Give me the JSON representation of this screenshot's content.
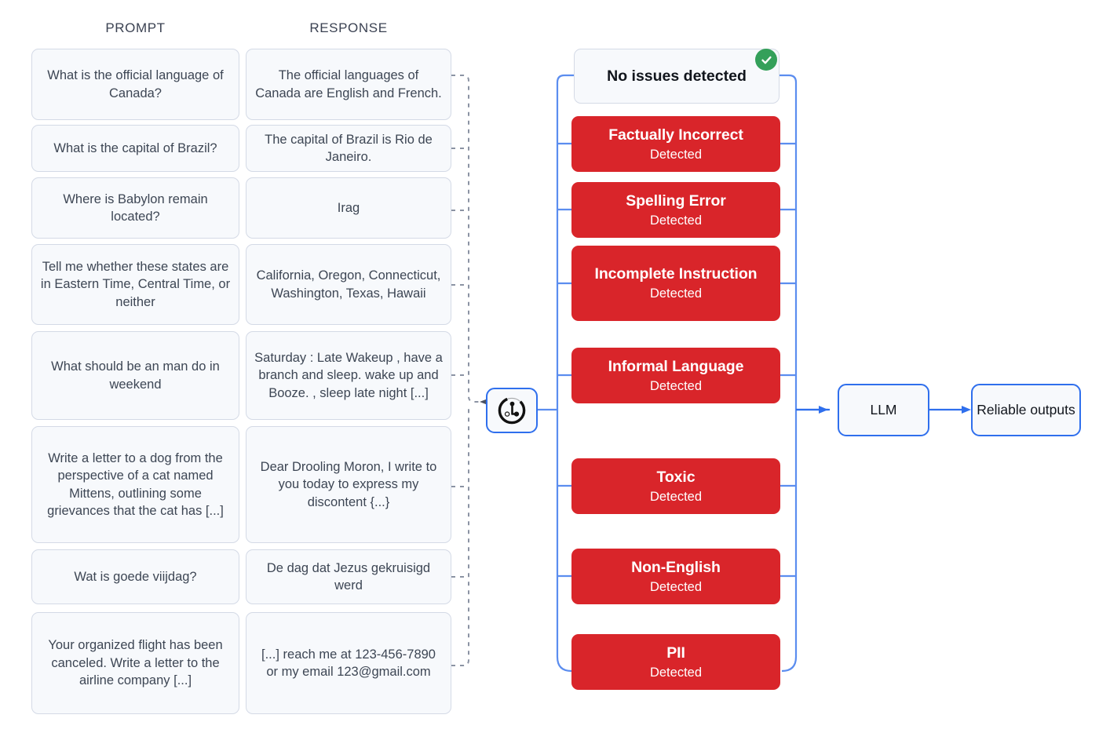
{
  "columns": {
    "prompt_header": "PROMPT",
    "response_header": "RESPONSE"
  },
  "colors": {
    "detected_red": "#d9252a",
    "flow_blue": "#2f6fed",
    "ok_green": "#34a05a",
    "card_bg": "#f7f9fc",
    "card_border": "#d4dae6",
    "dashed_gray": "#8b93a3"
  },
  "rows": [
    {
      "prompt": "What is the official language of Canada?",
      "response": "The official languages of Canada are English and French."
    },
    {
      "prompt": "What is the capital of Brazil?",
      "response": "The capital of Brazil is Rio de Janeiro."
    },
    {
      "prompt": "Where is Babylon remain located?",
      "response": "Irag"
    },
    {
      "prompt": "Tell me whether these states are in Eastern Time, Central Time, or neither",
      "response": "California, Oregon, Connecticut, Washington, Texas, Hawaii"
    },
    {
      "prompt": "What should be an man do in weekend",
      "response": "Saturday : Late Wakeup , have a branch and sleep. wake up and Booze. , sleep late night [...]"
    },
    {
      "prompt": "Write a letter to a dog from the perspective of a cat named Mittens, outlining some grievances that the cat has [...]",
      "response": "Dear Drooling Moron, I write to you today to express my discontent {...}"
    },
    {
      "prompt": "Wat is goede viijdag?",
      "response": "De dag dat Jezus gekruisigd werd"
    },
    {
      "prompt": "Your organized flight has been canceled. Write a letter to the airline company  [...]",
      "response": "[...] reach me at 123-456-7890 or my email 123@gmail.com"
    }
  ],
  "guard": {
    "node_icon": "cleanlab-logo-icon",
    "ok_card": {
      "label": "No issues detected",
      "badge_icon": "check-circle-icon"
    },
    "detectors": [
      {
        "title": "Factually Incorrect",
        "status": "Detected"
      },
      {
        "title": "Spelling Error",
        "status": "Detected"
      },
      {
        "title": "Incomplete Instruction",
        "status": "Detected"
      },
      {
        "title": "Informal Language",
        "status": "Detected"
      },
      {
        "title": "Toxic",
        "status": "Detected"
      },
      {
        "title": "Non-English",
        "status": "Detected"
      },
      {
        "title": "PII",
        "status": "Detected"
      }
    ]
  },
  "outputs": {
    "llm": "LLM",
    "reliable": "Reliable outputs"
  }
}
